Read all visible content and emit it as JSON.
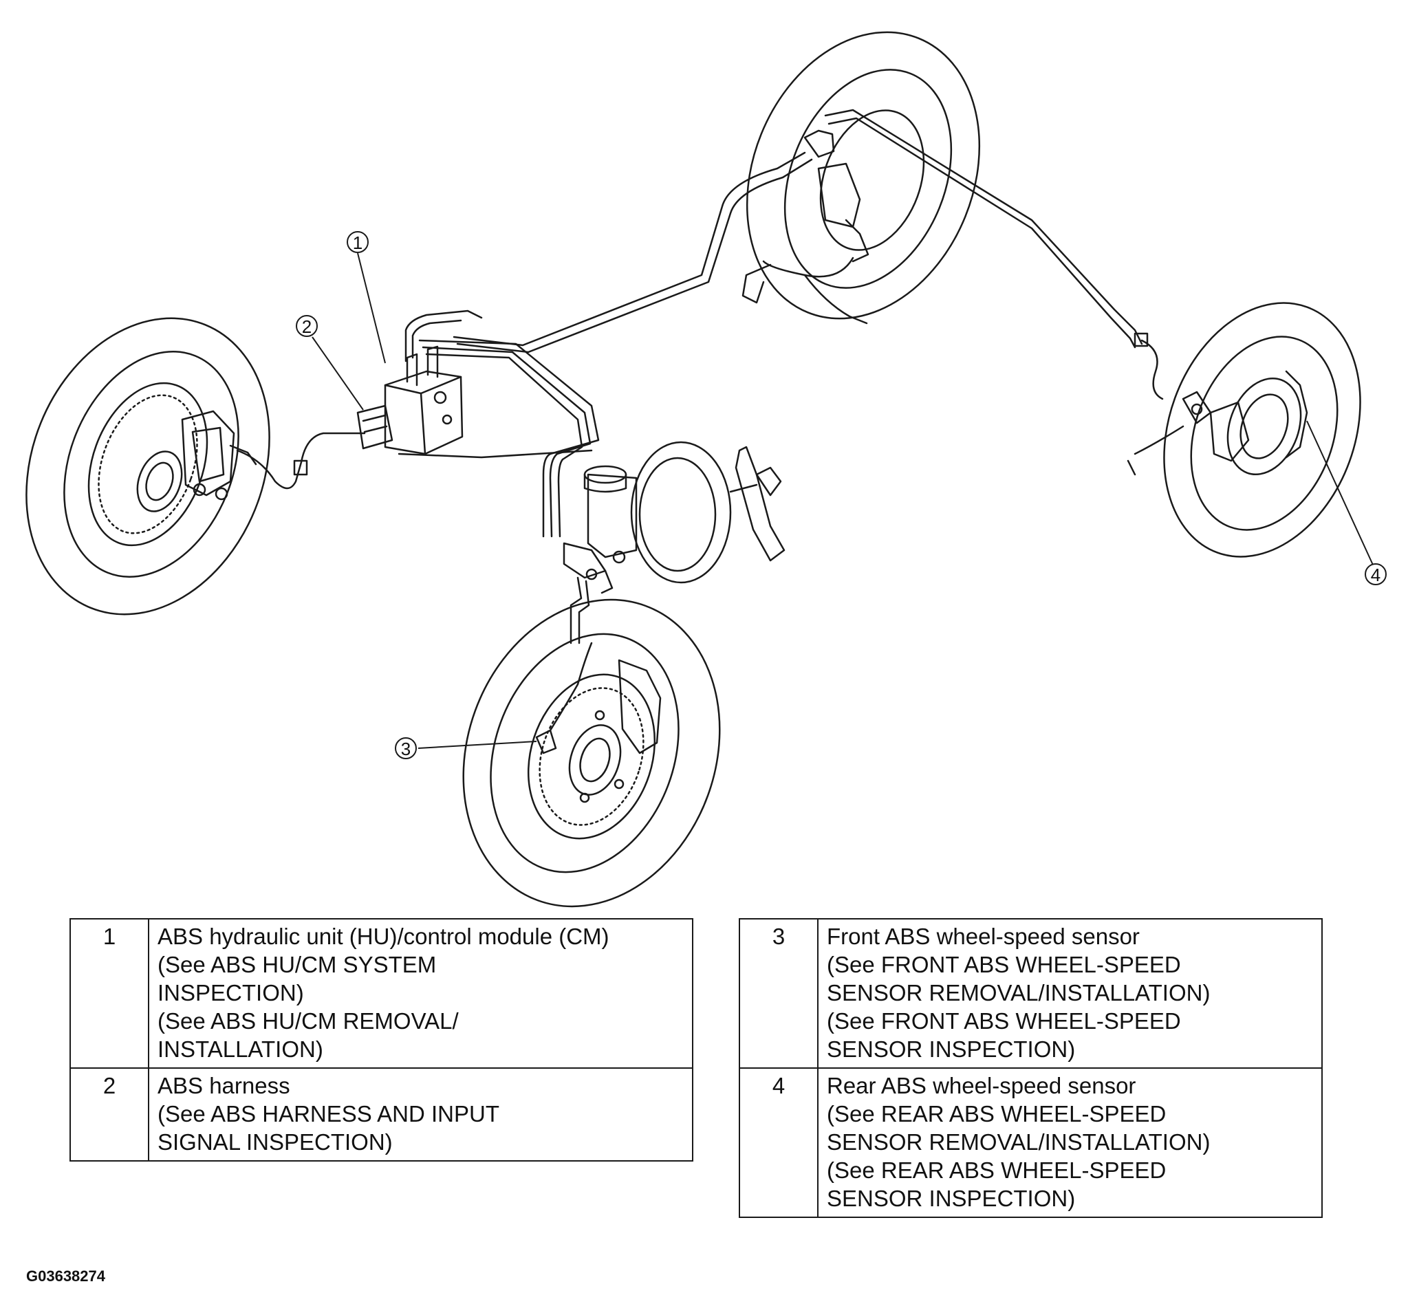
{
  "figure_id": "G03638274",
  "callouts": [
    {
      "number": "1"
    },
    {
      "number": "2"
    },
    {
      "number": "3"
    },
    {
      "number": "4"
    }
  ],
  "legend_left": [
    {
      "number": "1",
      "lines": [
        "ABS hydraulic unit (HU)/control module (CM)",
        "(See ABS HU/CM SYSTEM",
        "INSPECTION)",
        "(See ABS HU/CM REMOVAL/",
        "INSTALLATION)"
      ]
    },
    {
      "number": "2",
      "lines": [
        "ABS harness",
        "(See ABS HARNESS AND INPUT",
        "SIGNAL INSPECTION)"
      ]
    }
  ],
  "legend_right": [
    {
      "number": "3",
      "lines": [
        "Front ABS wheel-speed sensor",
        "(See FRONT ABS WHEEL-SPEED",
        "SENSOR REMOVAL/INSTALLATION)",
        "(See FRONT ABS WHEEL-SPEED",
        "SENSOR INSPECTION)"
      ]
    },
    {
      "number": "4",
      "lines": [
        "Rear ABS wheel-speed sensor",
        "(See REAR ABS WHEEL-SPEED",
        "SENSOR REMOVAL/INSTALLATION)",
        "(See REAR ABS WHEEL-SPEED",
        "SENSOR INSPECTION)"
      ]
    }
  ]
}
